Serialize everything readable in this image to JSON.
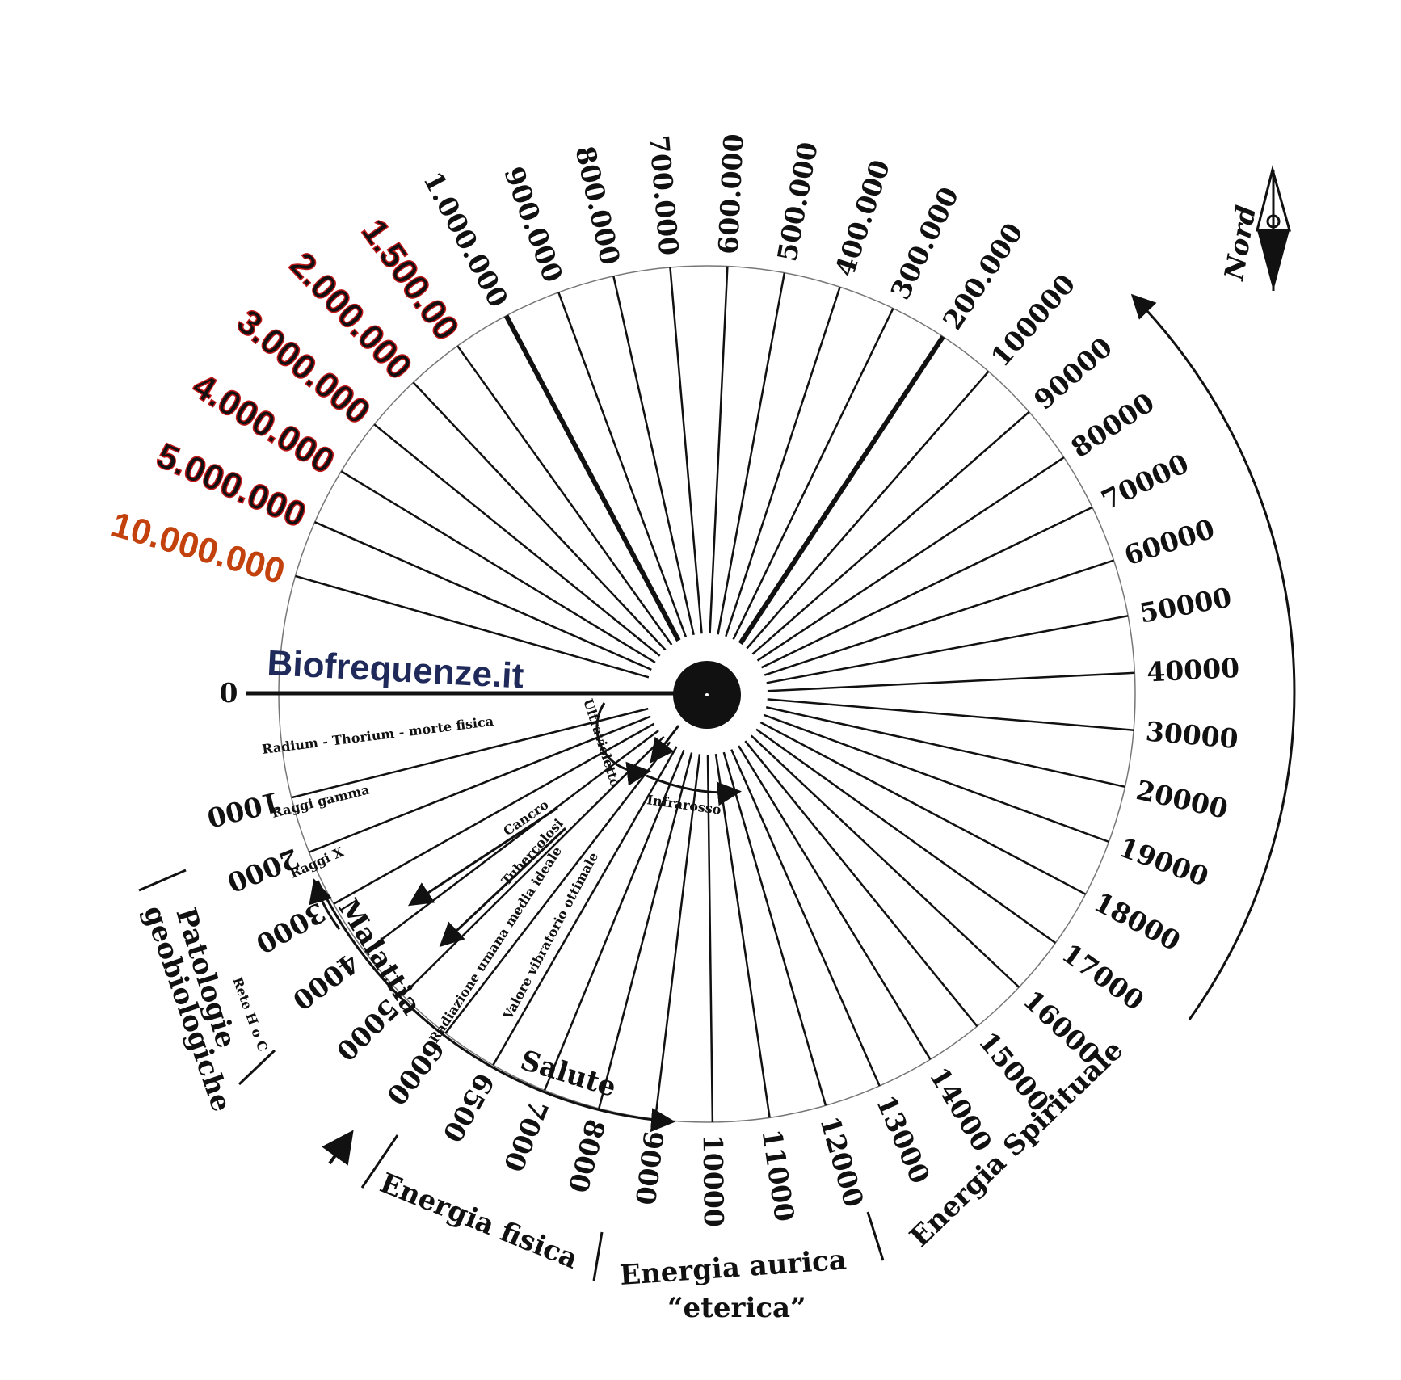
{
  "brand": {
    "text": "Biofrequenze.it",
    "color": "#1f2a5a"
  },
  "colors": {
    "ink": "#111111",
    "red_outline": "#c0181a",
    "orange": "#c2410c"
  },
  "needle_label": "0",
  "north_label": "Nord",
  "numbers": [
    {
      "text": "10.000.000",
      "style": "orange"
    },
    {
      "text": "5.000.000",
      "style": "red"
    },
    {
      "text": "4.000.000",
      "style": "red"
    },
    {
      "text": "3.000.000",
      "style": "red"
    },
    {
      "text": "2.000.000",
      "style": "red"
    },
    {
      "text": "1.500.00",
      "style": "red"
    },
    {
      "text": "1.000.000",
      "style": "black"
    },
    {
      "text": "900.000",
      "style": "black"
    },
    {
      "text": "800.000",
      "style": "black"
    },
    {
      "text": "700.000",
      "style": "black"
    },
    {
      "text": "600.000",
      "style": "black"
    },
    {
      "text": "500.000",
      "style": "black"
    },
    {
      "text": "400.000",
      "style": "black"
    },
    {
      "text": "300.000",
      "style": "black"
    },
    {
      "text": "200.000",
      "style": "black"
    },
    {
      "text": "100000",
      "style": "black"
    },
    {
      "text": "90000",
      "style": "black"
    },
    {
      "text": "80000",
      "style": "black"
    },
    {
      "text": "70000",
      "style": "black"
    },
    {
      "text": "60000",
      "style": "black"
    },
    {
      "text": "50000",
      "style": "black"
    },
    {
      "text": "40000",
      "style": "black"
    },
    {
      "text": "30000",
      "style": "black"
    },
    {
      "text": "20000",
      "style": "black"
    },
    {
      "text": "19000",
      "style": "black"
    },
    {
      "text": "18000",
      "style": "black"
    },
    {
      "text": "17000",
      "style": "black"
    },
    {
      "text": "16000",
      "style": "black"
    },
    {
      "text": "15000",
      "style": "black"
    },
    {
      "text": "14000",
      "style": "black"
    },
    {
      "text": "13000",
      "style": "black"
    },
    {
      "text": "12000",
      "style": "black"
    },
    {
      "text": "11000",
      "style": "black"
    },
    {
      "text": "10000",
      "style": "black"
    },
    {
      "text": "9000",
      "style": "black"
    },
    {
      "text": "8000",
      "style": "black"
    },
    {
      "text": "7000",
      "style": "black"
    },
    {
      "text": "6500",
      "style": "black"
    },
    {
      "text": "6000",
      "style": "black"
    },
    {
      "text": "5000",
      "style": "black"
    },
    {
      "text": "4000",
      "style": "black"
    },
    {
      "text": "3000",
      "style": "black"
    },
    {
      "text": "2000",
      "style": "black"
    },
    {
      "text": "1000",
      "style": "black"
    }
  ],
  "annotations": {
    "radium": "Radium - Thorium - morte fisica",
    "gamma": "Raggi gamma",
    "raggi_x": "Raggi X",
    "cancro": "Cancro",
    "tubercolosi": "Tubercolosi",
    "radiazione": "Radiazione umana media ideale",
    "valore": "Valore vibratorio ottimale",
    "ultravioletto": "Ultravioletto",
    "infrarosso": "Infrarosso",
    "malattia": "Malattia",
    "salute": "Salute",
    "raggi_hoc": "Rete H o C"
  },
  "categories": {
    "patologie_1": "Patologie",
    "patologie_2": "geobiologiche",
    "energia_fisica": "Energia fisica",
    "energia_aurica_1": "Energia aurica",
    "energia_aurica_2": "“eterica”",
    "energia_spirituale": "Energia Spirituale"
  }
}
